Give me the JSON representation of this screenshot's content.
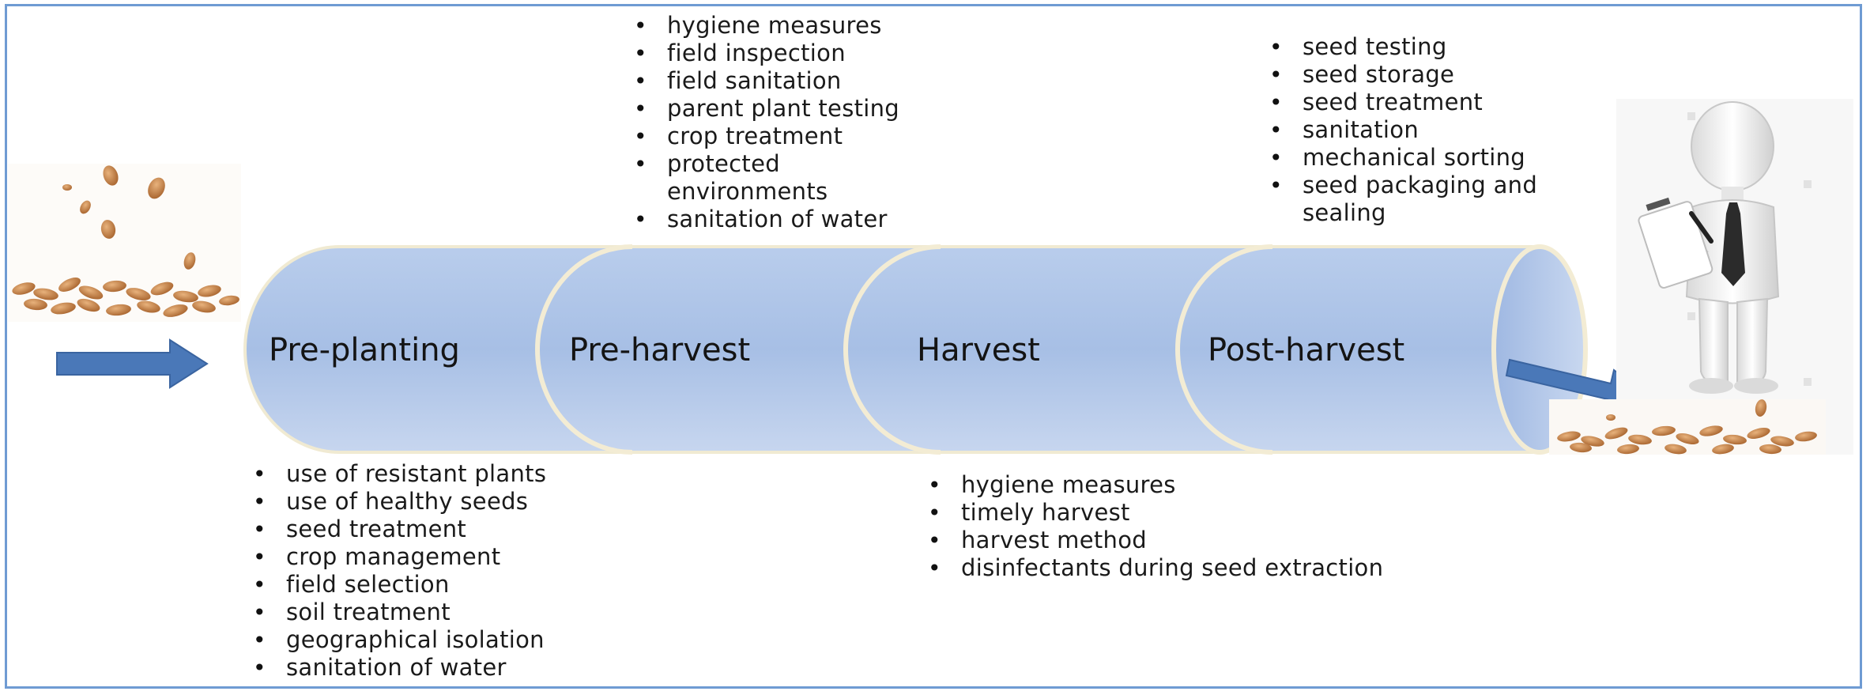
{
  "stages": [
    {
      "label": "Pre-planting"
    },
    {
      "label": "Pre-harvest"
    },
    {
      "label": "Harvest"
    },
    {
      "label": "Post-harvest"
    }
  ],
  "lists": {
    "pre_planting": [
      "use of resistant plants",
      "use of healthy seeds",
      "seed treatment",
      "crop management",
      "field selection",
      "soil treatment",
      "geographical isolation",
      "sanitation of water"
    ],
    "pre_harvest": [
      "hygiene measures",
      "field inspection",
      "field sanitation",
      "parent plant testing",
      "crop treatment",
      "protected environments",
      "sanitation of water"
    ],
    "harvest": [
      "hygiene measures",
      "timely harvest",
      "harvest method",
      "disinfectants during seed extraction"
    ],
    "post_harvest": [
      "seed testing",
      "seed storage",
      "seed treatment",
      "sanitation",
      "mechanical sorting",
      "seed packaging and sealing"
    ]
  },
  "colors": {
    "frame": "#6f9bd3",
    "cylinder_fill": "#a9c1e6",
    "cylinder_ring": "#f3ecd4",
    "arrow": "#4a78b8",
    "seed": "#c9864a"
  },
  "icons": {
    "left_image": "seeds-image",
    "right_image": "inspector-figure-image",
    "arrow_in": "arrow-right-icon",
    "arrow_out": "arrow-down-right-icon"
  }
}
